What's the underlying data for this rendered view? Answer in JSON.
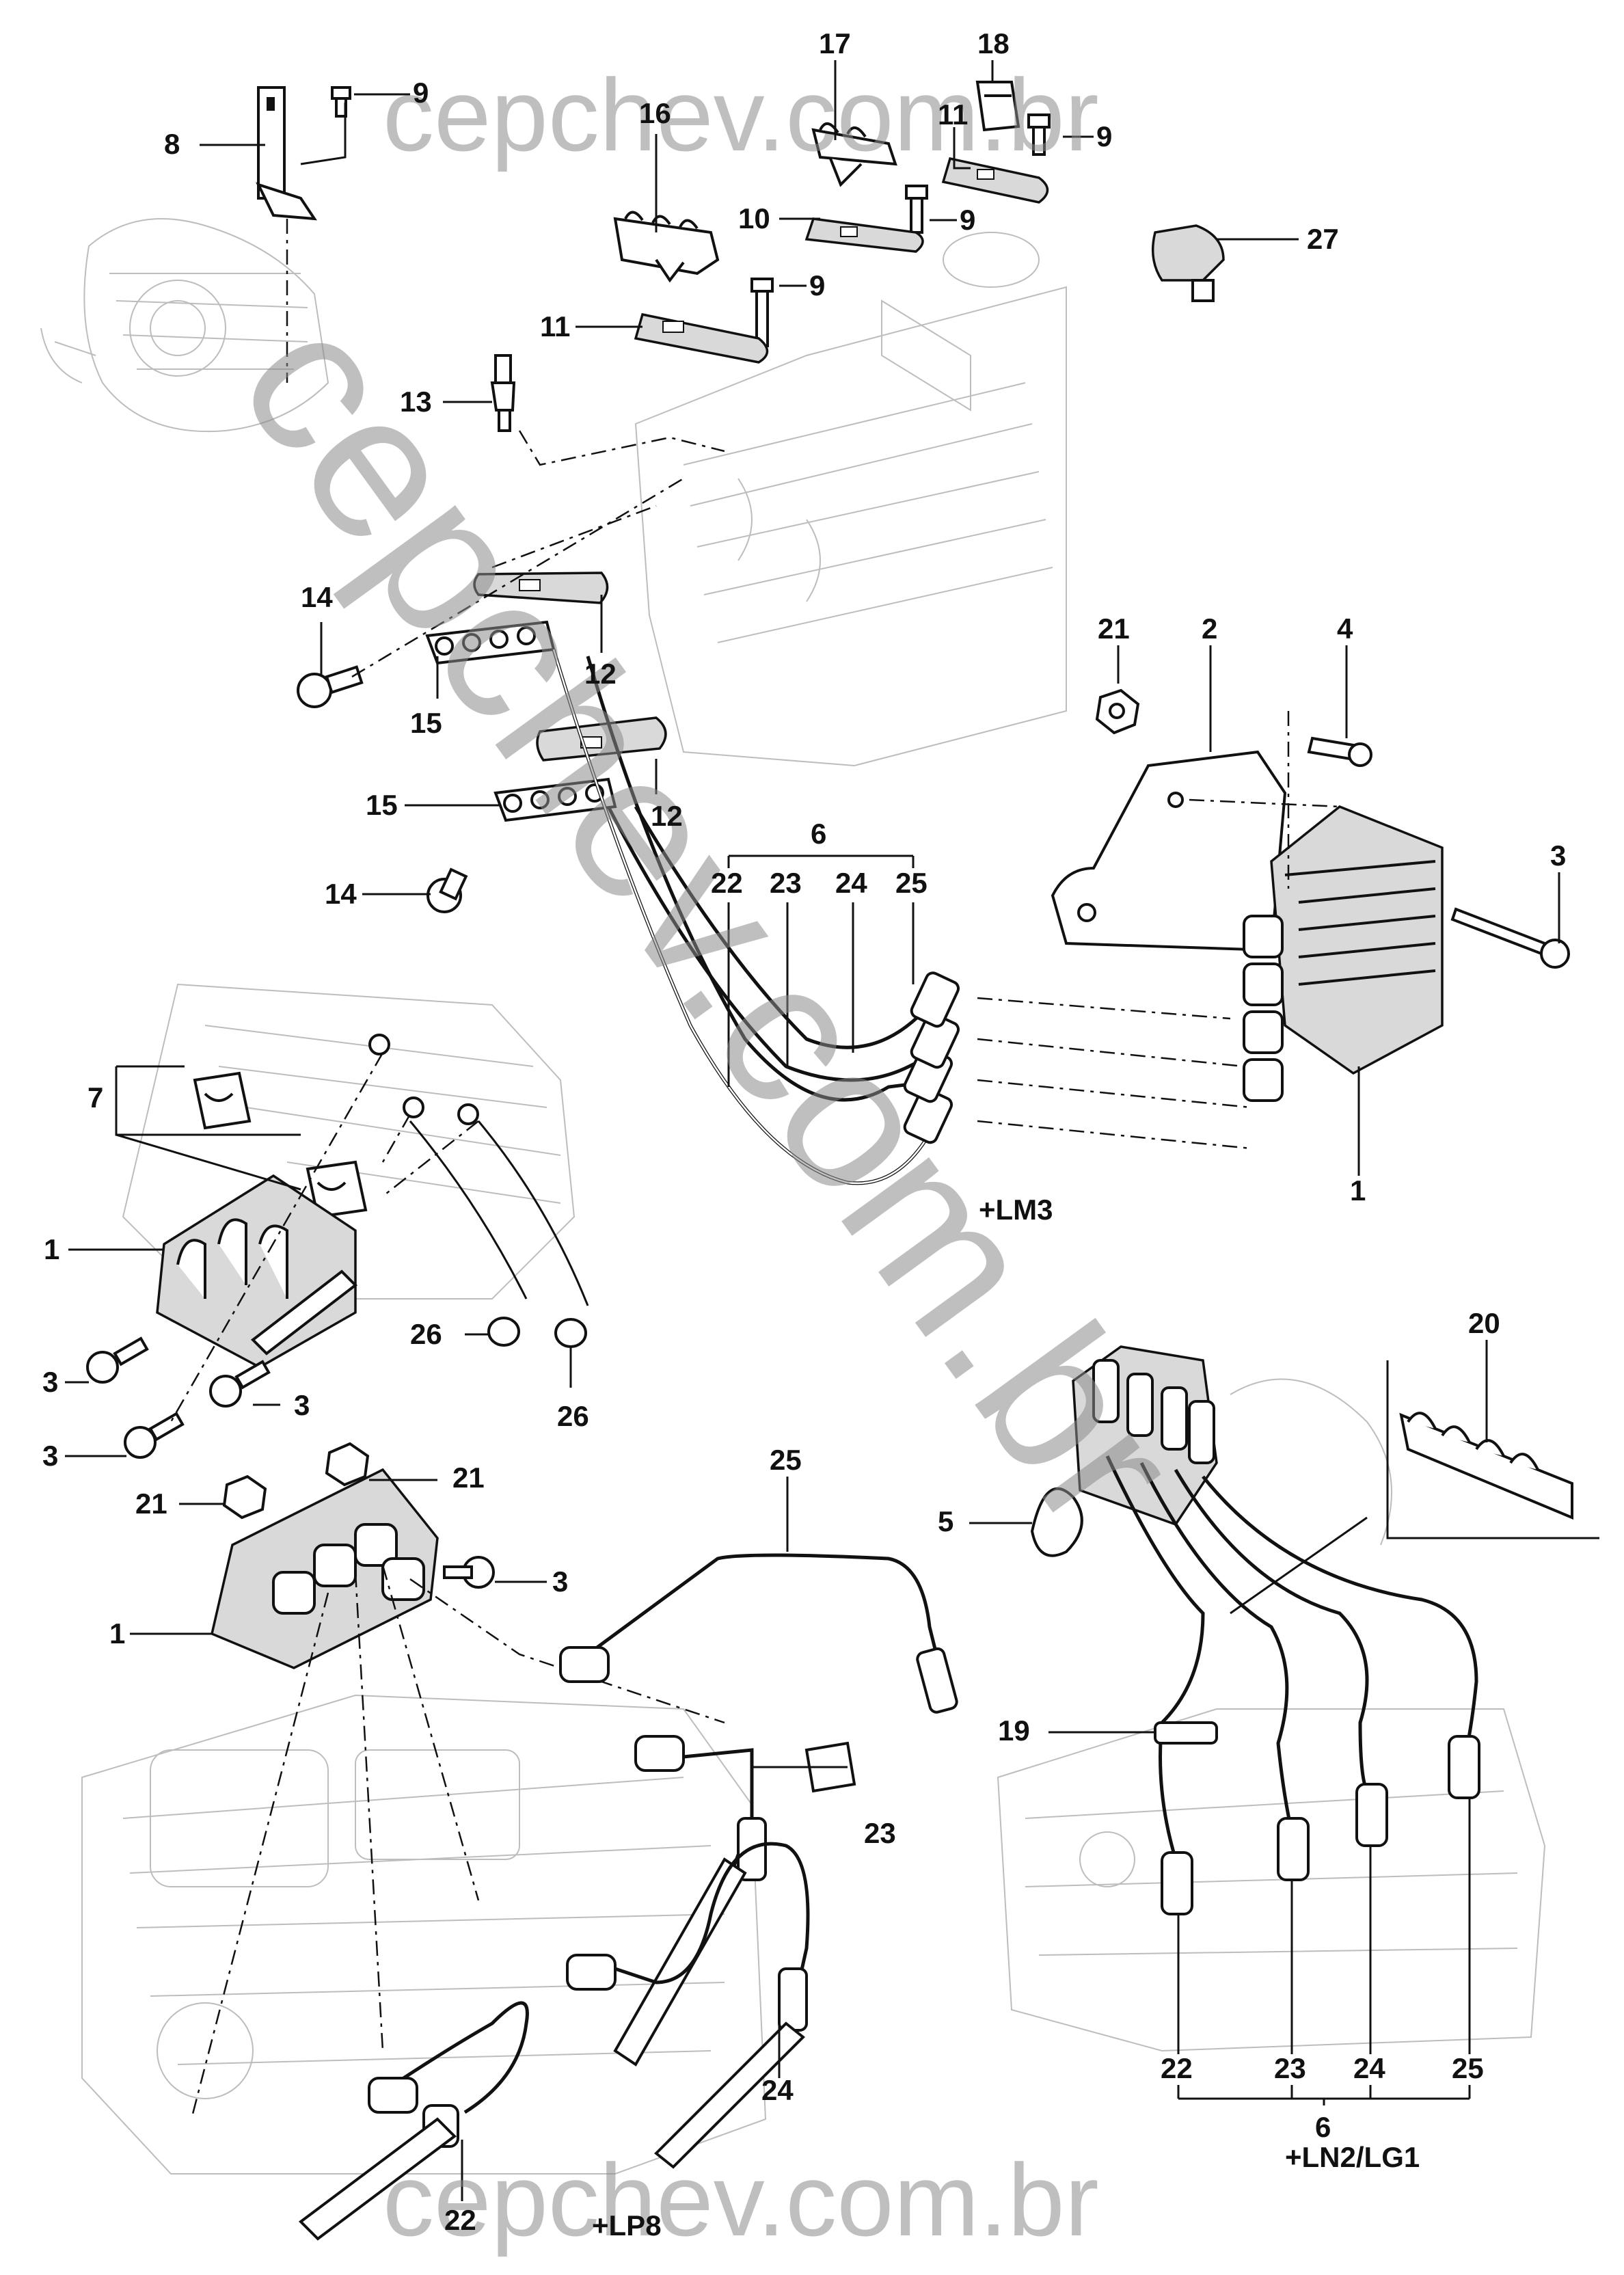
{
  "watermark": {
    "top": "cepchev.com.br",
    "bottom": "cepchev.com.br",
    "diagonal": "cepchev.com.br"
  },
  "variants": {
    "lm3": "+LM3",
    "lp8": "+LP8",
    "ln2_lg1": "+LN2/LG1"
  },
  "callouts": {
    "c1_lm3": "1",
    "c2": "2",
    "c3_lm3": "3",
    "c4": "4",
    "c6_lm3": "6",
    "c8": "8",
    "c9_a": "9",
    "c9_b": "9",
    "c9_c": "9",
    "c9_d": "9",
    "c10": "10",
    "c11_a": "11",
    "c11_b": "11",
    "c12_a": "12",
    "c12_b": "12",
    "c13": "13",
    "c14_a": "14",
    "c14_b": "14",
    "c15_a": "15",
    "c15_b": "15",
    "c16": "16",
    "c17": "17",
    "c18": "18",
    "c21_lm3": "21",
    "c22_lm3": "22",
    "c23_lm3": "23",
    "c24_lm3": "24",
    "c25_lm3": "25",
    "c27": "27",
    "c7": "7",
    "c1_mid": "1",
    "c3_mid_a": "3",
    "c3_mid_b": "3",
    "c3_mid_c": "3",
    "c26_a": "26",
    "c26_b": "26",
    "c21_lp8_a": "21",
    "c21_lp8_b": "21",
    "c1_lp8": "1",
    "c3_lp8": "3",
    "c25_lp8": "25",
    "c23_lp8": "23",
    "c24_lp8": "24",
    "c22_lp8": "22",
    "c20": "20",
    "c5": "5",
    "c19": "19",
    "c22_ln2": "22",
    "c23_ln2": "23",
    "c24_ln2": "24",
    "c25_ln2": "25",
    "c6_ln2": "6"
  }
}
